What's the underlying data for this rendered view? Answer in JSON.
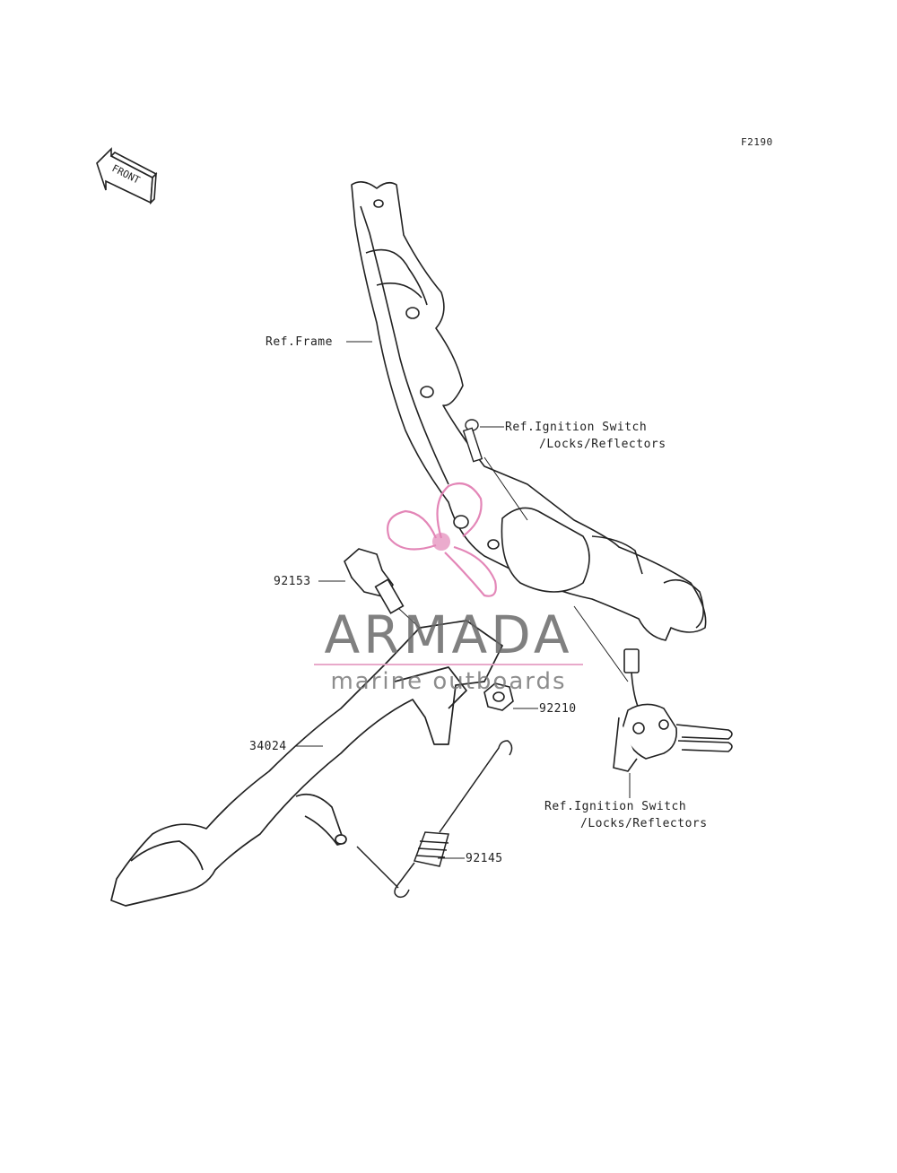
{
  "diagram": {
    "figure_code": "F2190",
    "front_arrow_text": "FRONT",
    "labels": {
      "frame": "Ref.Frame",
      "ignition_top_line1": "Ref.Ignition Switch",
      "ignition_top_line2": "/Locks/Reflectors",
      "bolt": "92153",
      "nut": "92210",
      "stand": "34024",
      "spring": "92145",
      "ignition_bottom_line1": "Ref.Ignition Switch",
      "ignition_bottom_line2": "/Locks/Reflectors"
    }
  },
  "watermark": {
    "title": "ARMADA",
    "subtitle": "marine outboards",
    "logo_color": "#e07ab0"
  }
}
